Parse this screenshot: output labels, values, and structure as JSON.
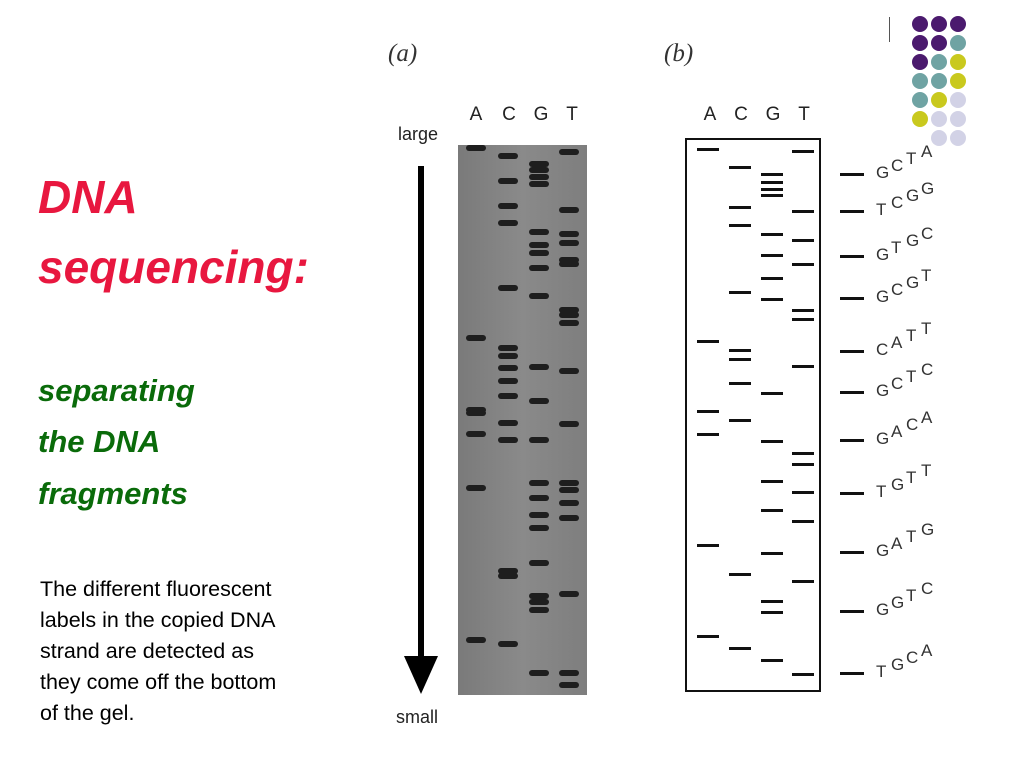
{
  "title": {
    "line1": "DNA",
    "line2": "sequencing:"
  },
  "subtitle": {
    "line1": "separating",
    "line2": "the DNA",
    "line3": "fragments"
  },
  "body": {
    "line1": "The different fluorescent",
    "line2": "labels in the copied DNA",
    "line3": "strand are detected as",
    "line4": "they come off the bottom",
    "line5": "of the gel."
  },
  "figure": {
    "panel_a_label": "(a)",
    "panel_b_label": "(b)",
    "lanes": [
      "A",
      "C",
      "G",
      "T"
    ],
    "axis_top_label": "large",
    "axis_bottom_label": "small",
    "sequence_groups": [
      [
        "G",
        "C",
        "T",
        "A"
      ],
      [
        "T",
        "C",
        "G",
        "G"
      ],
      [
        "G",
        "T",
        "G",
        "C"
      ],
      [
        "G",
        "C",
        "G",
        "T"
      ],
      [
        "C",
        "A",
        "T",
        "T"
      ],
      [
        "G",
        "C",
        "T",
        "C"
      ],
      [
        "G",
        "A",
        "C",
        "A"
      ],
      [
        "T",
        "G",
        "T",
        "T"
      ],
      [
        "G",
        "A",
        "T",
        "G"
      ],
      [
        "G",
        "G",
        "T",
        "C"
      ],
      [
        "T",
        "G",
        "C",
        "A"
      ]
    ]
  },
  "colors": {
    "title": "#e8173f",
    "subtitle": "#0a6b0a",
    "deco_purple": "#4b1a6e",
    "deco_teal": "#6fa3a3",
    "deco_yellow": "#c9c91e",
    "deco_lavender": "#d2d2e6"
  }
}
